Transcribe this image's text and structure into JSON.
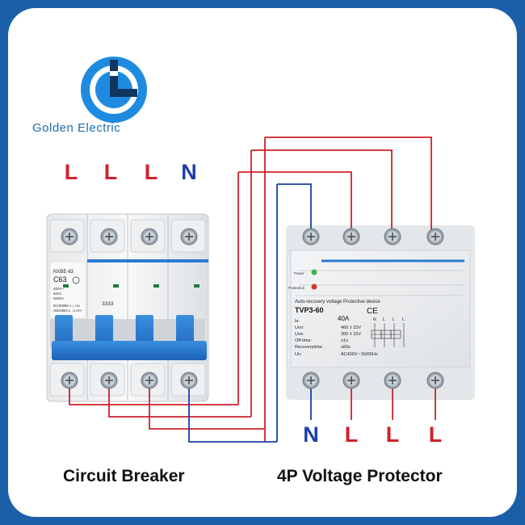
{
  "brand": {
    "name": "Golden Electric",
    "logo_icon": "golden-electric-g-logo-icon"
  },
  "breaker": {
    "caption": "Circuit Breaker",
    "terminal_labels": [
      "L",
      "L",
      "L",
      "N"
    ],
    "model": "NXBE-63",
    "rating": "C63",
    "spec_lines": [
      "400V~",
      "50Hz",
      "6000A"
    ],
    "standard_lines": [
      "IEC60898-1",
      "GB10963.1"
    ],
    "onoff_lines": [
      "I: ON",
      "O:OFF"
    ],
    "number_digits": "3333"
  },
  "protector": {
    "caption": "4P Voltage Protector",
    "terminal_labels": [
      "N",
      "L",
      "L",
      "L"
    ],
    "indicator_power": "Power",
    "indicator_protection": "Protection",
    "subtitle": "Auto-recovery voltage Protective device",
    "model": "TVP3-60",
    "rating": "40A",
    "ce_mark": "CE",
    "spec_rows": [
      {
        "label": "Ie:",
        "value": ""
      },
      {
        "label": "Uvo:",
        "value": "460 ± 15V"
      },
      {
        "label": "Uve:",
        "value": "300 ± 15V"
      },
      {
        "label": "Off-time:",
        "value": "≤1s"
      },
      {
        "label": "Recoverytime:",
        "value": "≤60s"
      },
      {
        "label": "Un:",
        "value": "AC400V~ 50/60Hz"
      }
    ],
    "pole_labels": [
      "N",
      "L",
      "L",
      "L"
    ]
  },
  "colors": {
    "live": "#d0202a",
    "neutral": "#1a3fa8",
    "accent": "#2b7bd1",
    "border": "#1a5fa8"
  }
}
